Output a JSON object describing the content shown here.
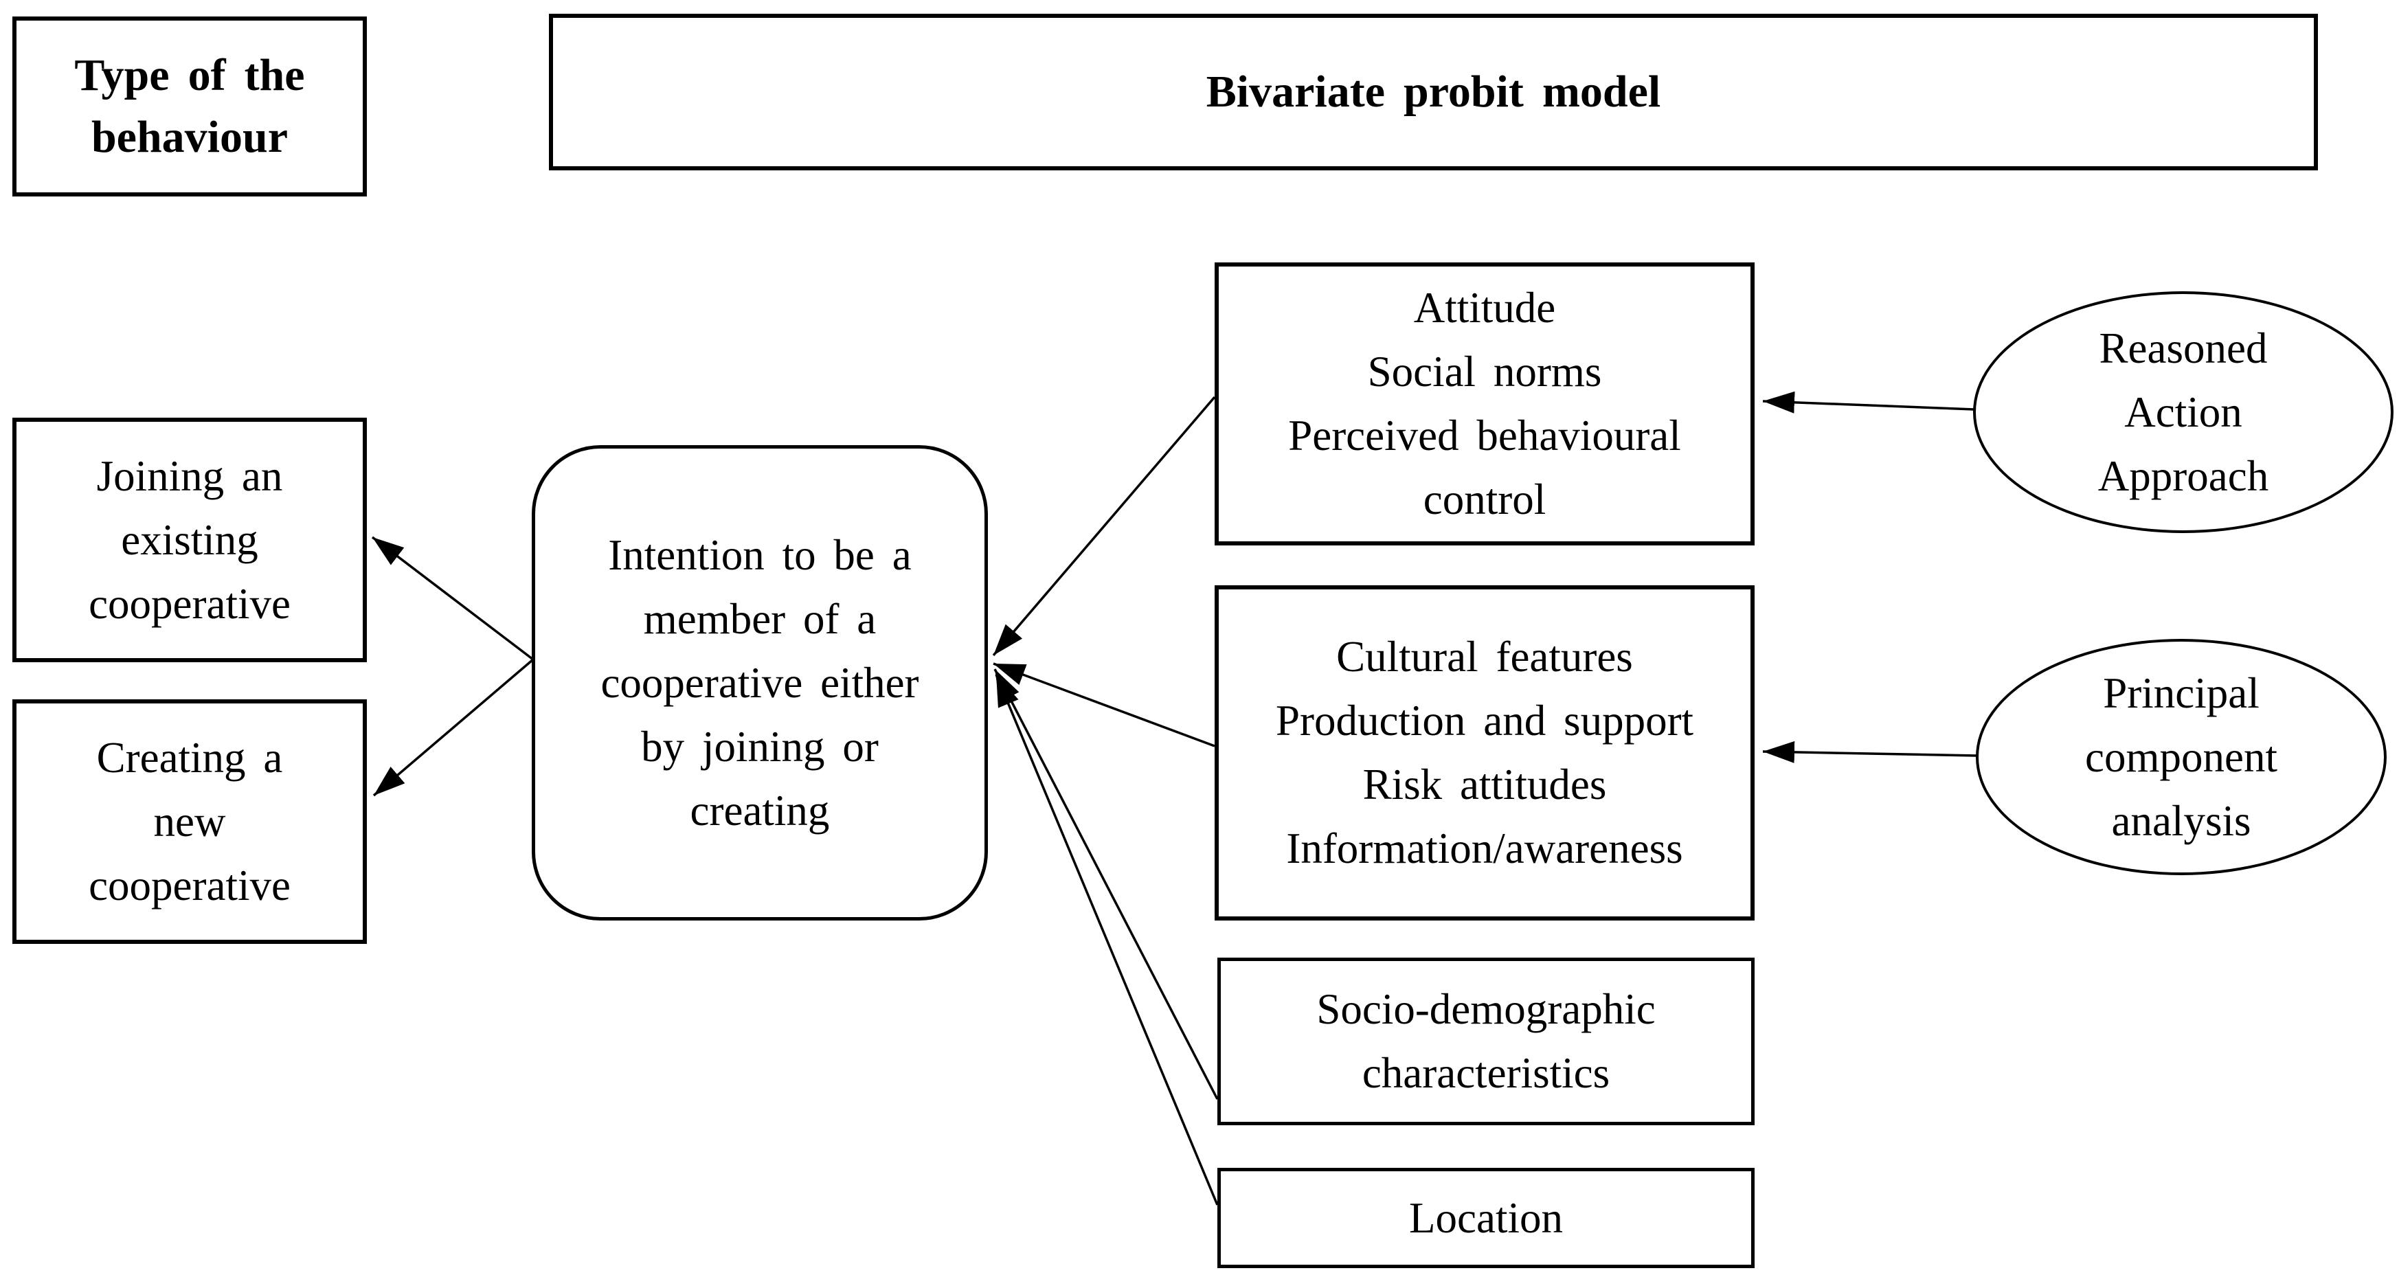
{
  "colors": {
    "ink": "#000000",
    "paper": "#ffffff"
  },
  "header": {
    "behaviour_type": {
      "label": "Type of the\nbehaviour"
    },
    "model": {
      "label": "Bivariate probit model"
    }
  },
  "nodes": {
    "joining": {
      "shape": "rect",
      "label": "Joining an\nexisting\ncooperative"
    },
    "creating": {
      "shape": "rect",
      "label": "Creating a\nnew\ncooperative"
    },
    "intention": {
      "shape": "rounded-rect",
      "label": "Intention to be a\nmember of a\ncooperative either\nby joining or\ncreating"
    },
    "attitude_factors": {
      "shape": "rect",
      "label": "Attitude\nSocial norms\nPerceived behavioural\ncontrol"
    },
    "cultural_factors": {
      "shape": "rect",
      "label": "Cultural features\nProduction and support\nRisk attitudes\nInformation/awareness"
    },
    "socio_demographic": {
      "shape": "rect",
      "label": "Socio-demographic\ncharacteristics"
    },
    "location": {
      "shape": "rect",
      "label": "Location"
    },
    "reasoned_action": {
      "shape": "ellipse",
      "label": "Reasoned\nAction\nApproach"
    },
    "pca": {
      "shape": "ellipse",
      "label": "Principal\ncomponent\nanalysis"
    }
  },
  "connections": [
    {
      "from": "intention",
      "to": "joining"
    },
    {
      "from": "intention",
      "to": "creating"
    },
    {
      "from": "attitude_factors",
      "to": "intention"
    },
    {
      "from": "cultural_factors",
      "to": "intention"
    },
    {
      "from": "socio_demographic",
      "to": "intention"
    },
    {
      "from": "location",
      "to": "intention"
    },
    {
      "from": "reasoned_action",
      "to": "attitude_factors"
    },
    {
      "from": "pca",
      "to": "cultural_factors"
    }
  ]
}
